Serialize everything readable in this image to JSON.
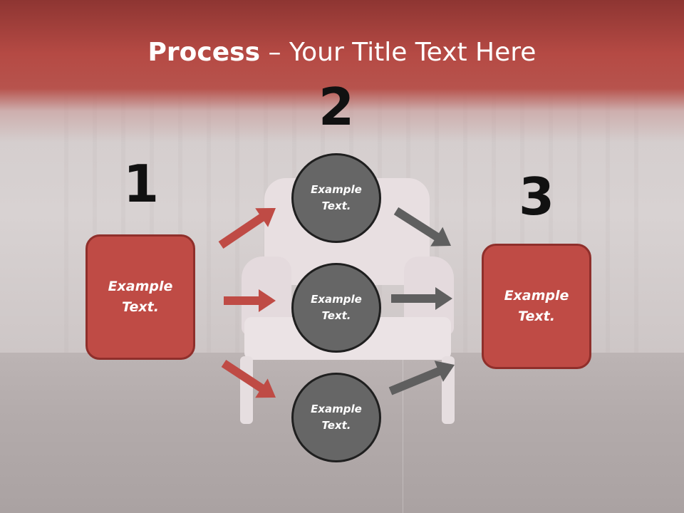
{
  "title": {
    "bold": "Process",
    "rest": " – Your Title Text Here"
  },
  "steps": [
    {
      "number": "1",
      "label": "Example Text."
    },
    {
      "number": "2",
      "labels": [
        "Example Text.",
        "Example Text.",
        "Example Text."
      ]
    },
    {
      "number": "3",
      "label": "Example Text."
    }
  ],
  "colors": {
    "box_fill": "#bf4b45",
    "circle_fill": "#666666",
    "arrow_red": "#bf4b45",
    "arrow_gray": "#5f5f5f"
  },
  "arrows": [
    {
      "from": "step-1",
      "to": "step-2-circle-1",
      "color": "arrow_red"
    },
    {
      "from": "step-1",
      "to": "step-2-circle-2",
      "color": "arrow_red"
    },
    {
      "from": "step-1",
      "to": "step-2-circle-3",
      "color": "arrow_red"
    },
    {
      "from": "step-2-circle-1",
      "to": "step-3",
      "color": "arrow_gray"
    },
    {
      "from": "step-2-circle-2",
      "to": "step-3",
      "color": "arrow_gray"
    },
    {
      "from": "step-2-circle-3",
      "to": "step-3",
      "color": "arrow_gray"
    }
  ]
}
